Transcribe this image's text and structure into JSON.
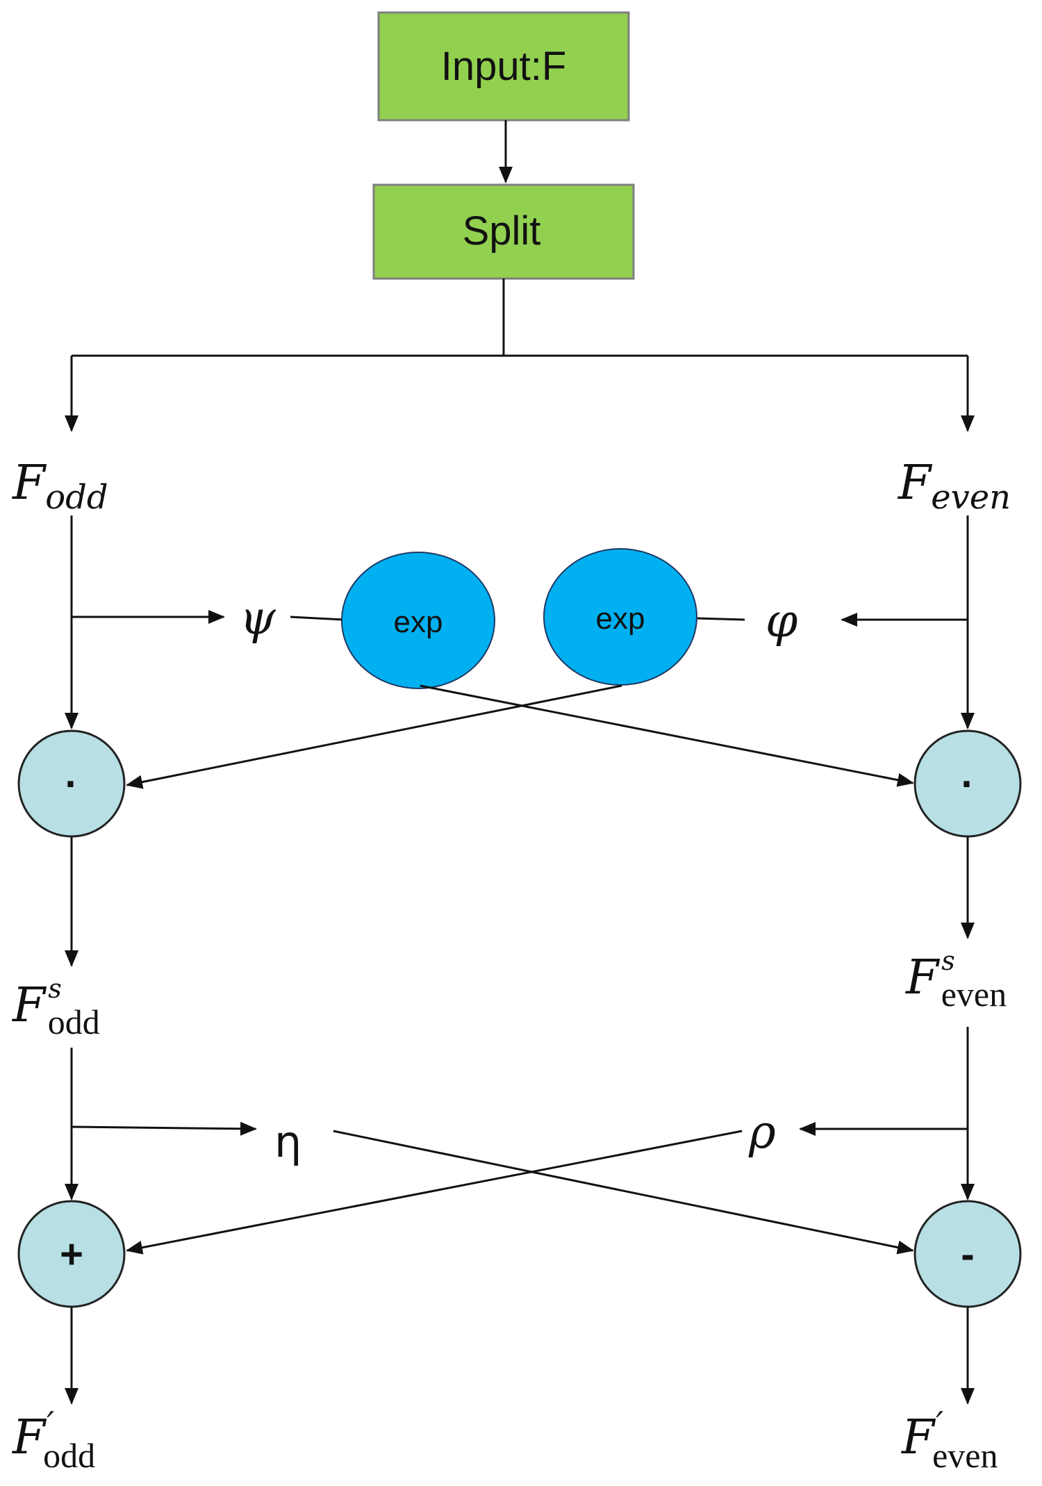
{
  "nodes": {
    "input": "Input:F",
    "split": "Split",
    "exp_left": "exp",
    "exp_right": "exp",
    "mult_left": "·",
    "mult_right": "·",
    "add": "+",
    "subtract": "-"
  },
  "symbols": {
    "psi": "ψ",
    "phi": "φ",
    "eta": "η",
    "rho": "ρ"
  },
  "variables": {
    "f_odd": {
      "main": "F",
      "sub": "odd"
    },
    "f_even": {
      "main": "F",
      "sub": "even"
    },
    "f_odd_s": {
      "main": "F",
      "sup": "s",
      "sub": "odd"
    },
    "f_even_s": {
      "main": "F",
      "sup": "s",
      "sub": "even"
    },
    "f_odd_prime": {
      "main": "F",
      "prime": "′",
      "sub": "odd"
    },
    "f_even_prime": {
      "main": "F",
      "prime": "′",
      "sub": "even"
    }
  },
  "colors": {
    "process_box": "#92d050",
    "exp_node": "#00b0f0",
    "operator_node": "#b7dfe4"
  }
}
